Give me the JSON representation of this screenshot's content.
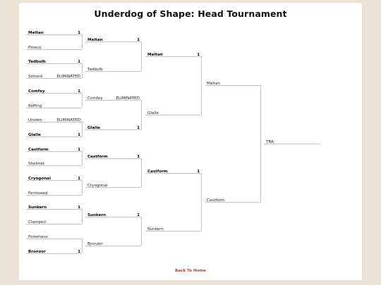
{
  "page": {
    "title": "Underdog of Shape: Head Tournament",
    "back_link": "Back To Home"
  },
  "rounds": [
    [
      {
        "name": "Meltan",
        "score": "1",
        "winner": true
      },
      {
        "name": "Pineco",
        "score": "",
        "winner": false
      },
      {
        "name": "Tadbulb",
        "score": "1",
        "winner": true
      },
      {
        "name": "Solrock",
        "score": "ELIMINATED",
        "winner": false
      },
      {
        "name": "Comfey",
        "score": "1",
        "winner": true
      },
      {
        "name": "Koffing",
        "score": "",
        "winner": false
      },
      {
        "name": "Unown",
        "score": "ELIMINATED",
        "winner": false
      },
      {
        "name": "Glalie",
        "score": "1",
        "winner": true
      },
      {
        "name": "Castform",
        "score": "1",
        "winner": true
      },
      {
        "name": "Shelmet",
        "score": "",
        "winner": false
      },
      {
        "name": "Cryogonal",
        "score": "1",
        "winner": true
      },
      {
        "name": "Ferroseed",
        "score": "",
        "winner": false
      },
      {
        "name": "Sunkern",
        "score": "1",
        "winner": true
      },
      {
        "name": "Clamperl",
        "score": "",
        "winner": false
      },
      {
        "name": "Forretress",
        "score": "",
        "winner": false
      },
      {
        "name": "Bronzor",
        "score": "1",
        "winner": true
      }
    ],
    [
      {
        "name": "Meltan",
        "score": "1",
        "winner": true
      },
      {
        "name": "Tadbulb",
        "score": "",
        "winner": false
      },
      {
        "name": "Comfey",
        "score": "ELIMINATED",
        "winner": false
      },
      {
        "name": "Glalie",
        "score": "1",
        "winner": true
      },
      {
        "name": "Castform",
        "score": "1",
        "winner": true
      },
      {
        "name": "Cryogonal",
        "score": "",
        "winner": false
      },
      {
        "name": "Sunkern",
        "score": "1",
        "winner": true
      },
      {
        "name": "Bronzor",
        "score": "",
        "winner": false
      }
    ],
    [
      {
        "name": "Meltan",
        "score": "1",
        "winner": true
      },
      {
        "name": "Glalie",
        "score": "",
        "winner": false
      },
      {
        "name": "Castform",
        "score": "1",
        "winner": true
      },
      {
        "name": "Sunkern",
        "score": "",
        "winner": false
      }
    ],
    [
      {
        "name": "Meltan",
        "score": "",
        "winner": false
      },
      {
        "name": "Castform",
        "score": "",
        "winner": false
      }
    ],
    [
      {
        "name": "TBA",
        "score": "",
        "winner": false
      }
    ]
  ]
}
